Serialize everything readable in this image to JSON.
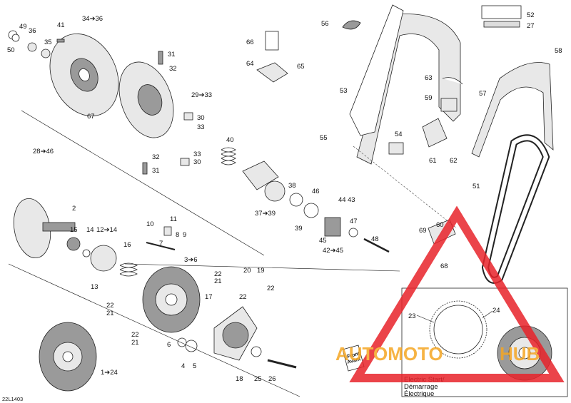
{
  "diagram": {
    "ref_code": "22L1403",
    "inset_caption": [
      "Electric Start/",
      "Démarrage",
      "Électrique"
    ],
    "front_tag": [
      "Front",
      "Avant"
    ],
    "watermark": {
      "text_left": "AUTOMOTO",
      "text_right": "HUB",
      "color_red": "#e8232a",
      "color_orange": "#f5a623"
    }
  },
  "callouts": [
    {
      "id": "c34",
      "text": "34➔36"
    },
    {
      "id": "c49",
      "text": "49"
    },
    {
      "id": "c36a",
      "text": "36"
    },
    {
      "id": "c41",
      "text": "41"
    },
    {
      "id": "c50",
      "text": "50"
    },
    {
      "id": "c35",
      "text": "35"
    },
    {
      "id": "c31a",
      "text": "31"
    },
    {
      "id": "c32a",
      "text": "32"
    },
    {
      "id": "c29",
      "text": "29➔33"
    },
    {
      "id": "c30a",
      "text": "30"
    },
    {
      "id": "c33a",
      "text": "33"
    },
    {
      "id": "c67",
      "text": "67"
    },
    {
      "id": "c28",
      "text": "28➔46"
    },
    {
      "id": "c40",
      "text": "40"
    },
    {
      "id": "c33b",
      "text": "33"
    },
    {
      "id": "c32b",
      "text": "32"
    },
    {
      "id": "c30b",
      "text": "30"
    },
    {
      "id": "c31b",
      "text": "31"
    },
    {
      "id": "c38",
      "text": "38"
    },
    {
      "id": "c46",
      "text": "46"
    },
    {
      "id": "c37",
      "text": "37➔39"
    },
    {
      "id": "c39",
      "text": "39"
    },
    {
      "id": "c44",
      "text": "44"
    },
    {
      "id": "c43",
      "text": "43"
    },
    {
      "id": "c47",
      "text": "47"
    },
    {
      "id": "c45",
      "text": "45"
    },
    {
      "id": "c48",
      "text": "48"
    },
    {
      "id": "c42",
      "text": "42➔45"
    },
    {
      "id": "c2",
      "text": "2"
    },
    {
      "id": "c15",
      "text": "15"
    },
    {
      "id": "c14",
      "text": "14"
    },
    {
      "id": "c12",
      "text": "12➔14"
    },
    {
      "id": "c10",
      "text": "10"
    },
    {
      "id": "c11",
      "text": "11"
    },
    {
      "id": "c9",
      "text": "9"
    },
    {
      "id": "c8",
      "text": "8"
    },
    {
      "id": "c7",
      "text": "7"
    },
    {
      "id": "c16",
      "text": "16"
    },
    {
      "id": "c3",
      "text": "3➔6"
    },
    {
      "id": "c13",
      "text": "13"
    },
    {
      "id": "c22a",
      "text": "22"
    },
    {
      "id": "c21a",
      "text": "21"
    },
    {
      "id": "c20",
      "text": "20"
    },
    {
      "id": "c19",
      "text": "19"
    },
    {
      "id": "c22b",
      "text": "22"
    },
    {
      "id": "c22c",
      "text": "22"
    },
    {
      "id": "c17",
      "text": "17"
    },
    {
      "id": "c22d",
      "text": "22"
    },
    {
      "id": "c21b",
      "text": "21"
    },
    {
      "id": "c22e",
      "text": "22"
    },
    {
      "id": "c21c",
      "text": "21"
    },
    {
      "id": "c6",
      "text": "6"
    },
    {
      "id": "c4",
      "text": "4"
    },
    {
      "id": "c5",
      "text": "5"
    },
    {
      "id": "c18",
      "text": "18"
    },
    {
      "id": "c25",
      "text": "25"
    },
    {
      "id": "c26",
      "text": "26"
    },
    {
      "id": "c1",
      "text": "1➔24"
    },
    {
      "id": "c23",
      "text": "23"
    },
    {
      "id": "c24",
      "text": "24"
    },
    {
      "id": "c52",
      "text": "52"
    },
    {
      "id": "c27",
      "text": "27"
    },
    {
      "id": "c56",
      "text": "56"
    },
    {
      "id": "c66",
      "text": "66"
    },
    {
      "id": "c64",
      "text": "64"
    },
    {
      "id": "c65",
      "text": "65"
    },
    {
      "id": "c58",
      "text": "58"
    },
    {
      "id": "c53",
      "text": "53"
    },
    {
      "id": "c63",
      "text": "63"
    },
    {
      "id": "c57",
      "text": "57"
    },
    {
      "id": "c59",
      "text": "59"
    },
    {
      "id": "c55",
      "text": "55"
    },
    {
      "id": "c54",
      "text": "54"
    },
    {
      "id": "c61",
      "text": "61"
    },
    {
      "id": "c62",
      "text": "62"
    },
    {
      "id": "c51",
      "text": "51"
    },
    {
      "id": "c60",
      "text": "60"
    },
    {
      "id": "c69",
      "text": "69"
    },
    {
      "id": "c68",
      "text": "68"
    }
  ]
}
